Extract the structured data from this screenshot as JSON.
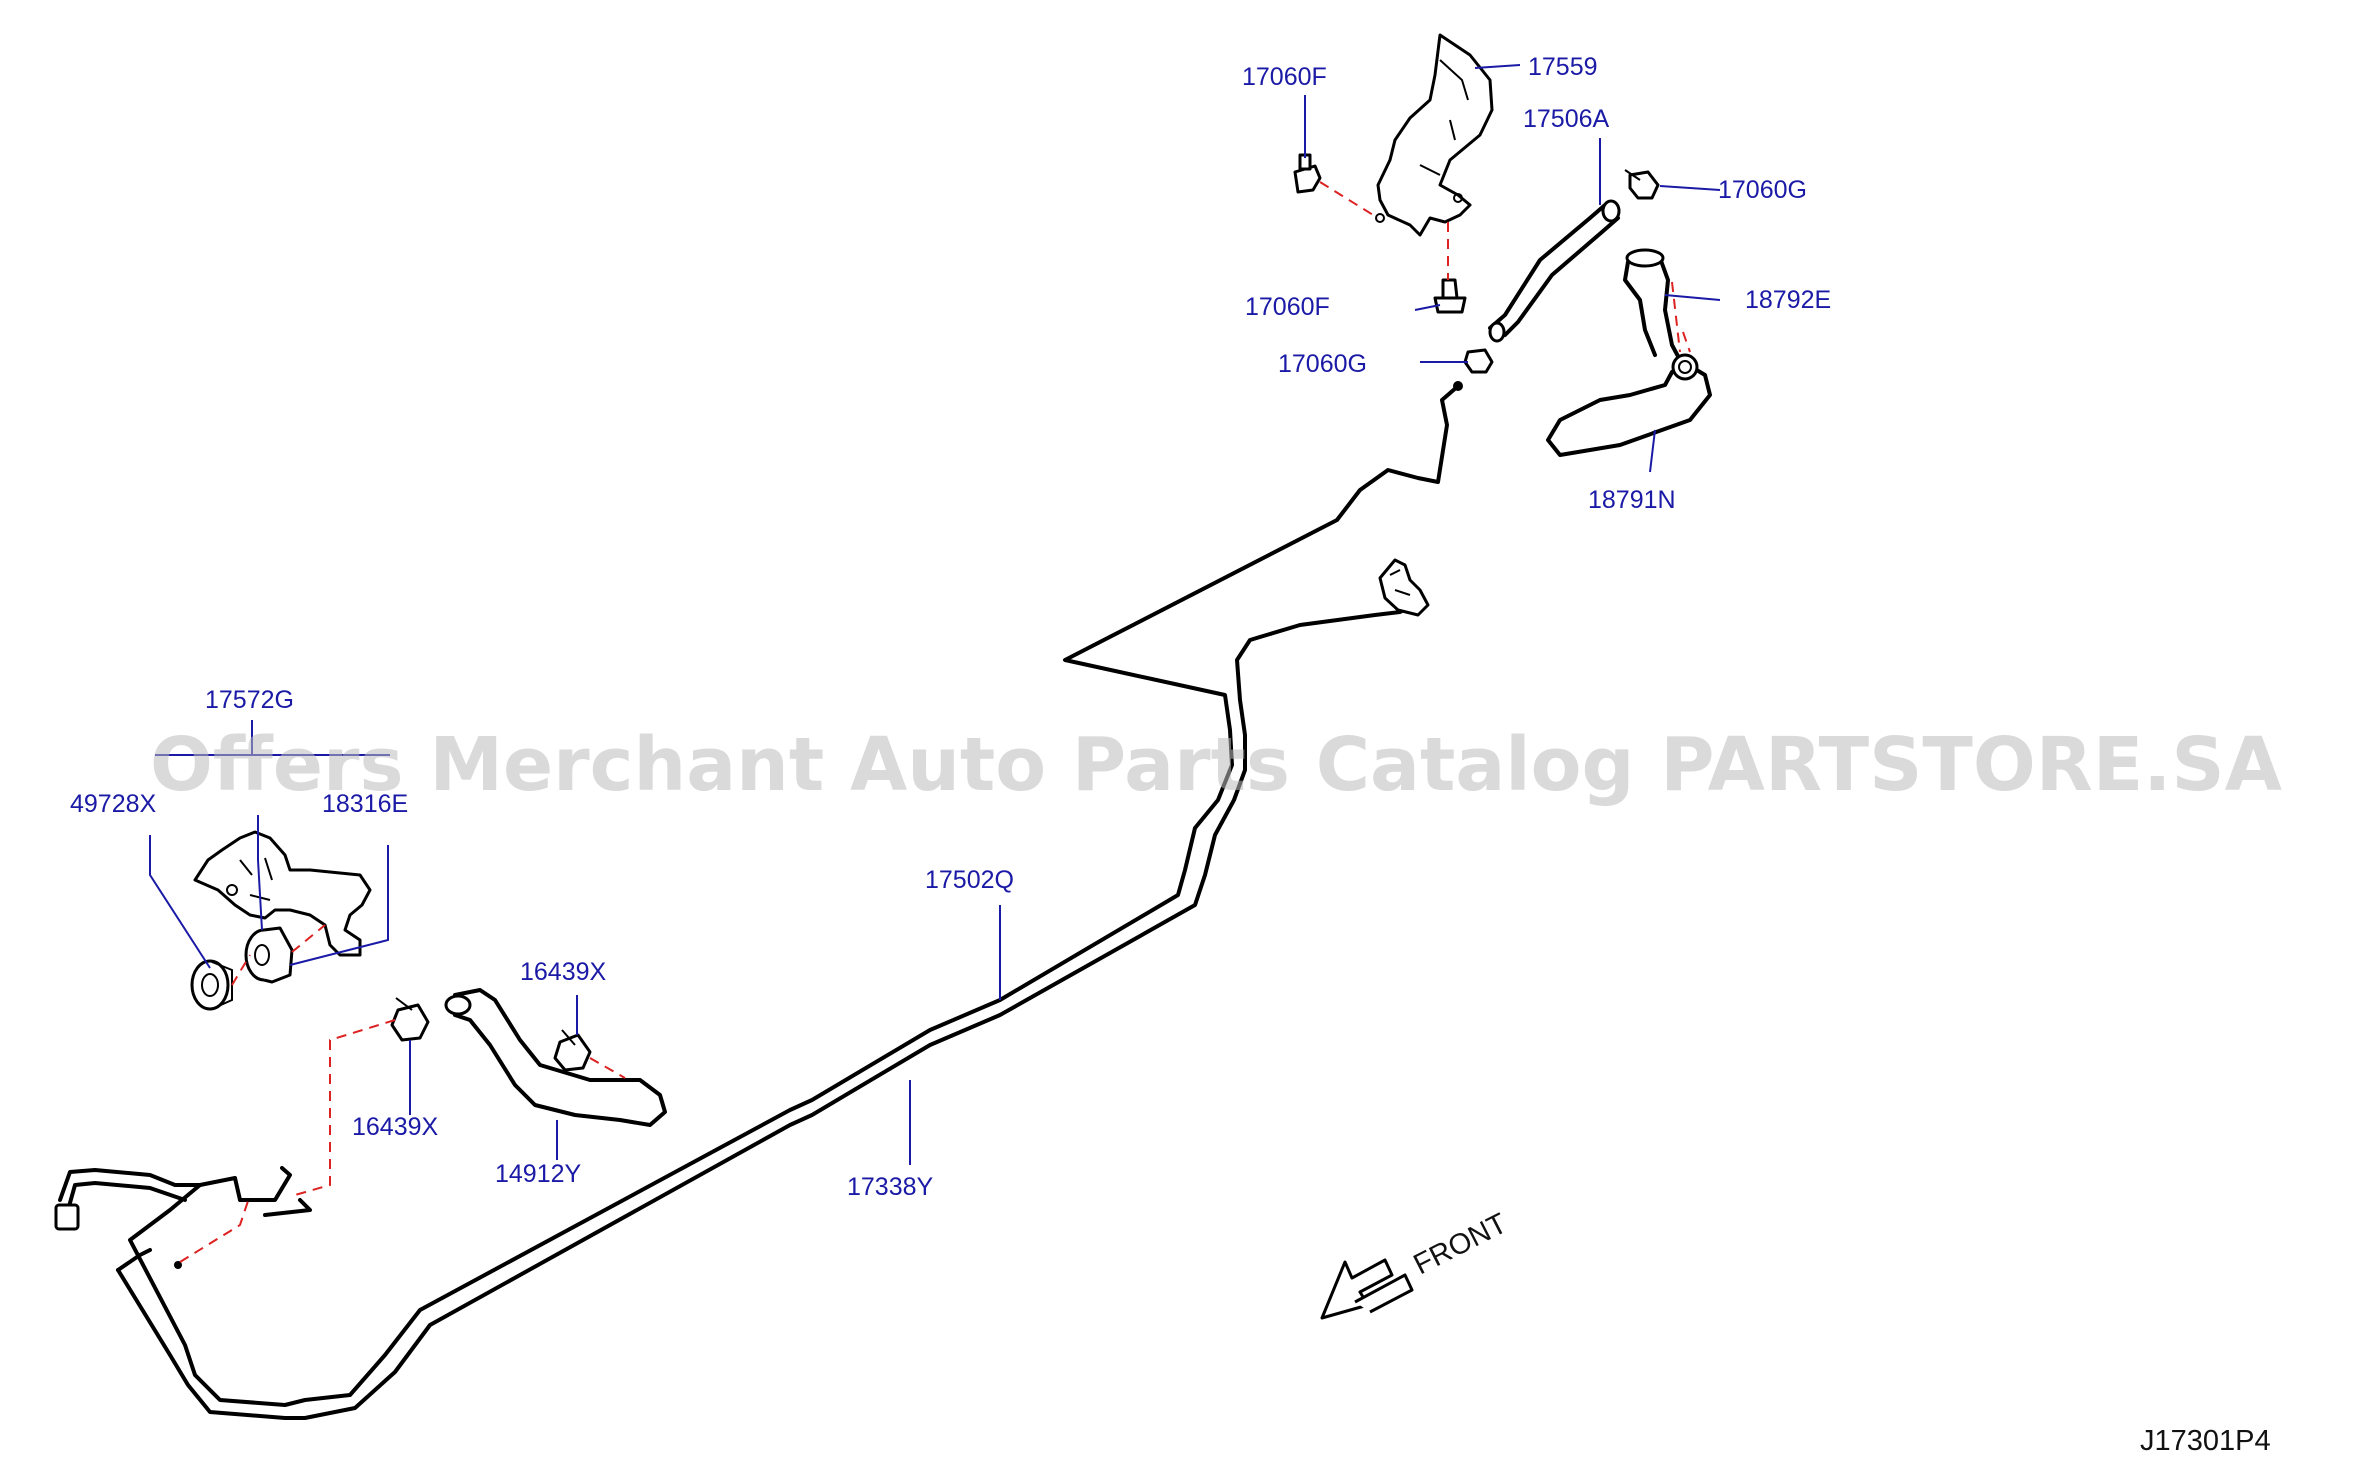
{
  "diagram": {
    "drawing_code": "J17301P4",
    "direction_label": "FRONT",
    "watermark": "Offers Merchant Auto Parts Catalog PARTSTORE.SA",
    "colors": {
      "part_label": "#1a1aa6",
      "leader": "#1a1aa6",
      "dashed_link": "#dd2222",
      "line_art": "#000000"
    },
    "parts": [
      {
        "id": "p_17060F_top",
        "label": "17060F"
      },
      {
        "id": "p_17559",
        "label": "17559"
      },
      {
        "id": "p_17506A",
        "label": "17506A"
      },
      {
        "id": "p_17060G_right",
        "label": "17060G"
      },
      {
        "id": "p_18792E",
        "label": "18792E"
      },
      {
        "id": "p_17060F_mid",
        "label": "17060F"
      },
      {
        "id": "p_17060G_mid",
        "label": "17060G"
      },
      {
        "id": "p_18791N",
        "label": "18791N"
      },
      {
        "id": "p_17572G",
        "label": "17572G"
      },
      {
        "id": "p_49728X",
        "label": "49728X"
      },
      {
        "id": "p_18316E",
        "label": "18316E"
      },
      {
        "id": "p_17502Q",
        "label": "17502Q"
      },
      {
        "id": "p_16439X_top",
        "label": "16439X"
      },
      {
        "id": "p_16439X_bottom",
        "label": "16439X"
      },
      {
        "id": "p_14912Y",
        "label": "14912Y"
      },
      {
        "id": "p_17338Y",
        "label": "17338Y"
      }
    ]
  }
}
